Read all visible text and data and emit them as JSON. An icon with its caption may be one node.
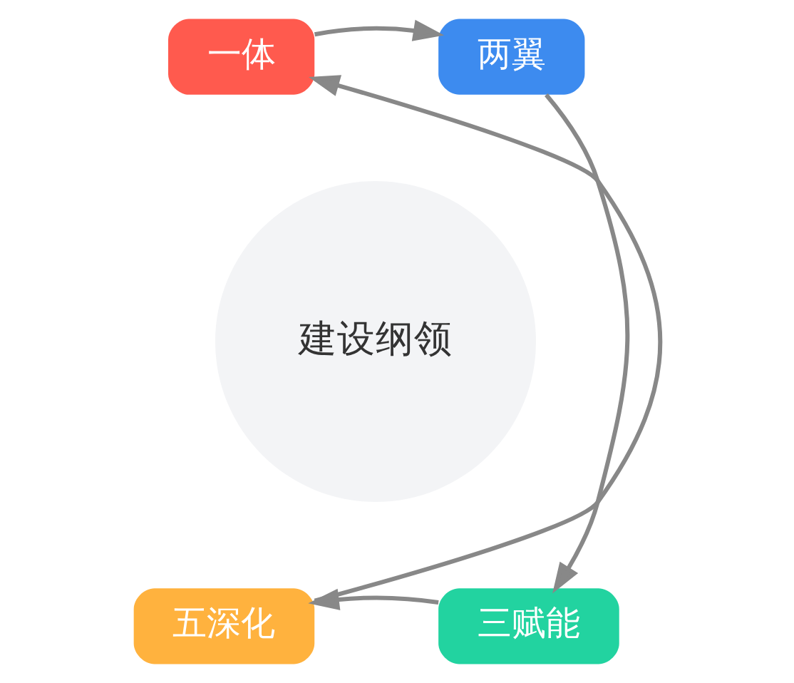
{
  "diagram": {
    "nodes": [
      {
        "text": [
          "建设纲领"
        ]
      },
      {
        "text": [
          "一体"
        ]
      },
      {
        "text": [
          "两翼"
        ]
      },
      {
        "text": [
          "三赋能"
        ]
      },
      {
        "text": [
          "五深化"
        ]
      }
    ],
    "edges": [
      {
        "from": 1,
        "to": 2,
        "arrow": "to"
      },
      {
        "from": 2,
        "to": 3,
        "arrow": "to"
      },
      {
        "from": 3,
        "to": 4,
        "arrow": "to"
      },
      {
        "from": 4,
        "to": 1,
        "arrow": "to"
      }
    ]
  }
}
